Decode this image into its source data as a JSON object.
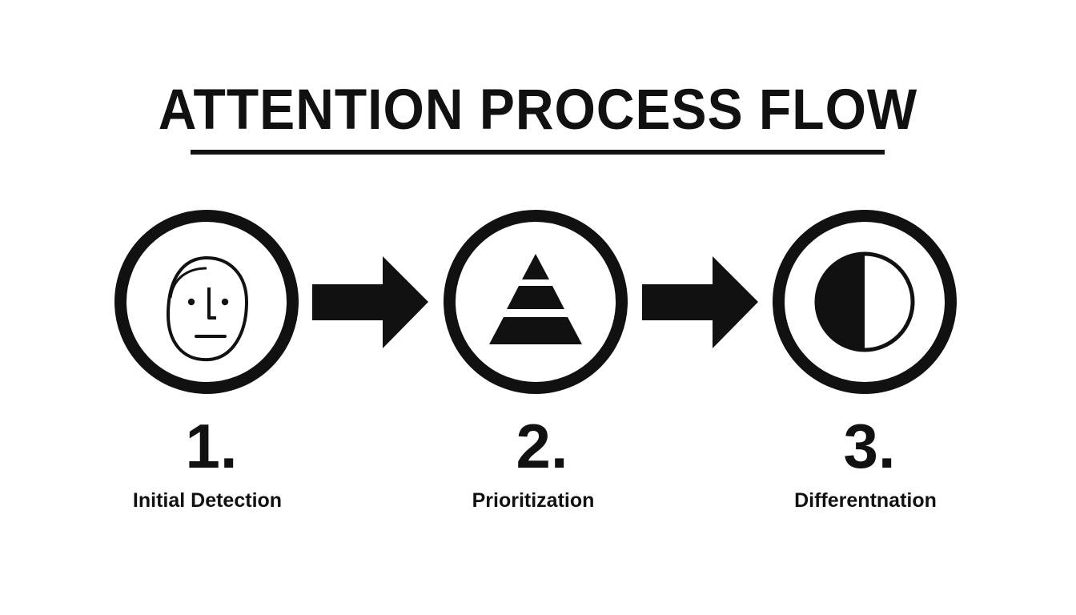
{
  "title": "ATTENTION PROCESS FLOW",
  "steps": [
    {
      "number": "1.",
      "label": "Initial Detection",
      "icon": "face-icon"
    },
    {
      "number": "2.",
      "label": "Prioritization",
      "icon": "pyramid-icon"
    },
    {
      "number": "3.",
      "label": "Differentnation",
      "icon": "half-circle-icon"
    }
  ],
  "connectors": [
    "arrow-right-icon",
    "arrow-right-icon"
  ],
  "colors": {
    "ink": "#111111",
    "background": "#ffffff"
  }
}
